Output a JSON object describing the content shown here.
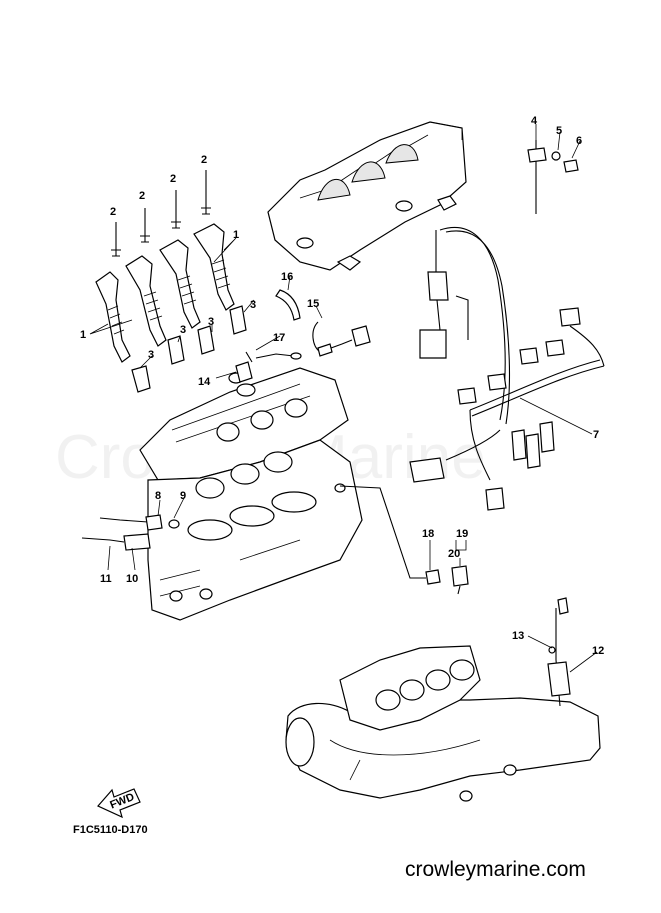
{
  "figure_code": "F1C5110-D170",
  "site": "crowleymarine.com",
  "watermark": "Crowley Marine",
  "fwd_label": "FWD",
  "callouts": {
    "c1a": "1",
    "c1b": "1",
    "c2a": "2",
    "c2b": "2",
    "c2c": "2",
    "c2d": "2",
    "c3a": "3",
    "c3b": "3",
    "c3c": "3",
    "c3d": "3",
    "c4": "4",
    "c5": "5",
    "c6": "6",
    "c7": "7",
    "c8": "8",
    "c9": "9",
    "c10": "10",
    "c11": "11",
    "c12": "12",
    "c13": "13",
    "c14": "14",
    "c15": "15",
    "c16": "16",
    "c17": "17",
    "c18": "18",
    "c19": "19",
    "c20": "20"
  }
}
